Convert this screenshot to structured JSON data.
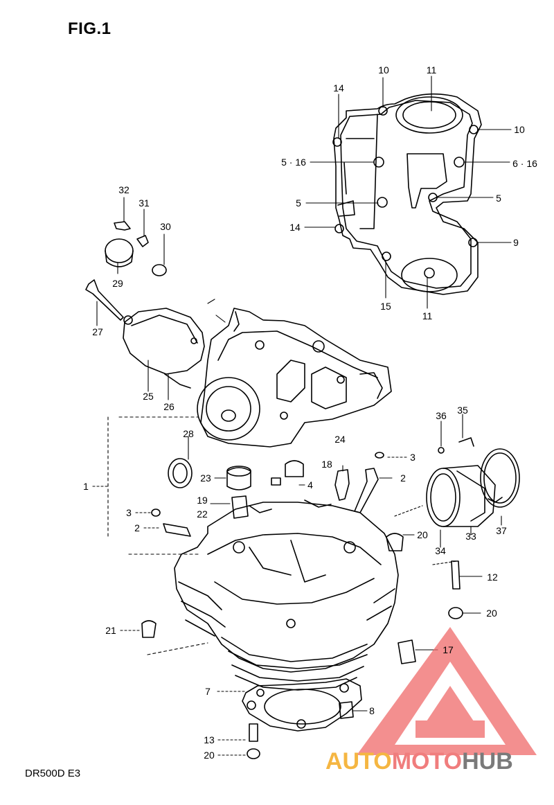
{
  "figure": {
    "title": "FIG.1",
    "model": "DR500D  E3"
  },
  "watermark": {
    "part1": "AUTO",
    "part2": "MOTO",
    "part3": "HUB",
    "colors": {
      "auto": "#f5b642",
      "moto": "#f07d7d",
      "hub": "#7a7a7a",
      "triangle": "#ef6a6a"
    }
  },
  "callouts": {
    "c10a": "10",
    "c11a": "11",
    "c14a": "14",
    "c10b": "10",
    "c516a": "5 · 16",
    "c616": "6 · 16",
    "c5a": "5",
    "c5b": "5",
    "c14b": "14",
    "c9": "9",
    "c15": "15",
    "c11b": "11",
    "c32": "32",
    "c31": "31",
    "c30": "30",
    "c29": "29",
    "c27": "27",
    "c25": "25",
    "c26": "26",
    "c24": "24",
    "c28": "28",
    "c36": "36",
    "c35": "35",
    "c3a": "3",
    "c18": "18",
    "c2a": "2",
    "c23": "23",
    "c4": "4",
    "c1": "1",
    "c19": "19",
    "c22": "22",
    "c3b": "3",
    "c2b": "2",
    "c34": "34",
    "c33": "33",
    "c37": "37",
    "c20a": "20",
    "c12": "12",
    "c20b": "20",
    "c21": "21",
    "c17": "17",
    "c7": "7",
    "c8": "8",
    "c13": "13",
    "c20c": "20"
  }
}
